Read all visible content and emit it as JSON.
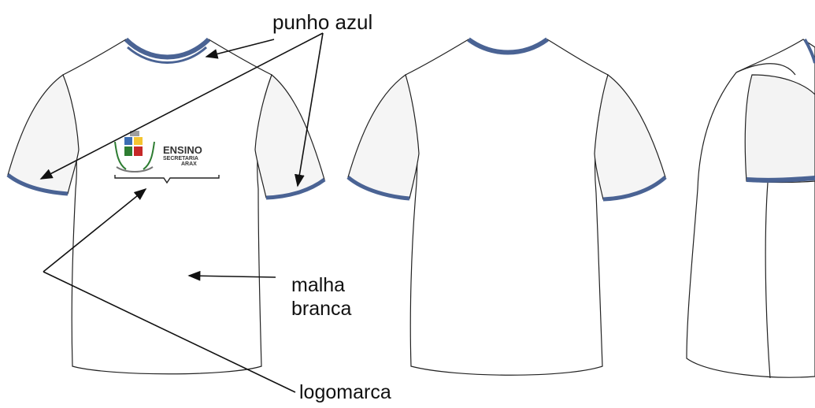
{
  "labels": {
    "cuff_label": "punho azul",
    "fabric_label_line1": "malha",
    "fabric_label_line2": "branca",
    "logo_label": "logomarca"
  },
  "logo": {
    "title": "ENSINO",
    "subtitle_line1": "SECRETARIA",
    "subtitle_line2": "ARAX"
  },
  "colors": {
    "trim_blue": "#4a6394",
    "outline": "#222222",
    "fabric": "#ffffff",
    "sleeve_fill": "#f3f3f3"
  }
}
